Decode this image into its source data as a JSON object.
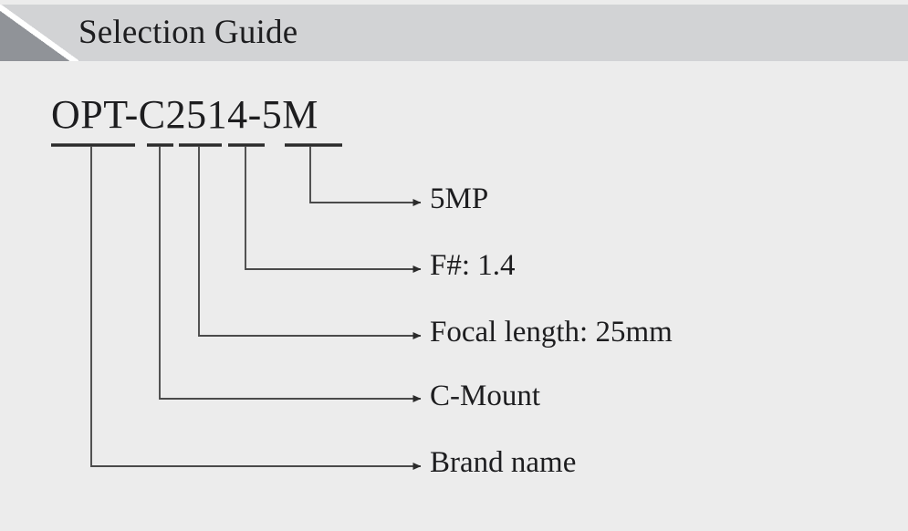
{
  "header": {
    "title": "Selection Guide",
    "bar_color": "#d2d3d5",
    "triangle_color": "#909398",
    "accent_stripe_color": "#ffffff"
  },
  "page": {
    "background_color": "#ececec",
    "text_color": "#1d1d1f",
    "line_color": "#4a4a4a"
  },
  "part_number": {
    "full": "OPT-C2514-5M",
    "segments": [
      {
        "key": "brand",
        "text": "OPT",
        "underlined": true
      },
      {
        "key": "sep1",
        "text": "-",
        "underlined": false
      },
      {
        "key": "mount",
        "text": "C",
        "underlined": true
      },
      {
        "key": "focal_length",
        "text": "25",
        "underlined": true
      },
      {
        "key": "fnumber",
        "text": "14",
        "underlined": true
      },
      {
        "key": "sep2",
        "text": "-",
        "underlined": false
      },
      {
        "key": "resolution",
        "text": "5M",
        "underlined": true
      }
    ]
  },
  "callouts": [
    {
      "key": "resolution",
      "source_segment": "5M",
      "label": "5MP"
    },
    {
      "key": "fnumber",
      "source_segment": "14",
      "label": "F#: 1.4"
    },
    {
      "key": "focal_length",
      "source_segment": "25",
      "label": "Focal length: 25mm"
    },
    {
      "key": "mount",
      "source_segment": "C",
      "label": "C-Mount"
    },
    {
      "key": "brand",
      "source_segment": "OPT",
      "label": "Brand name"
    }
  ]
}
